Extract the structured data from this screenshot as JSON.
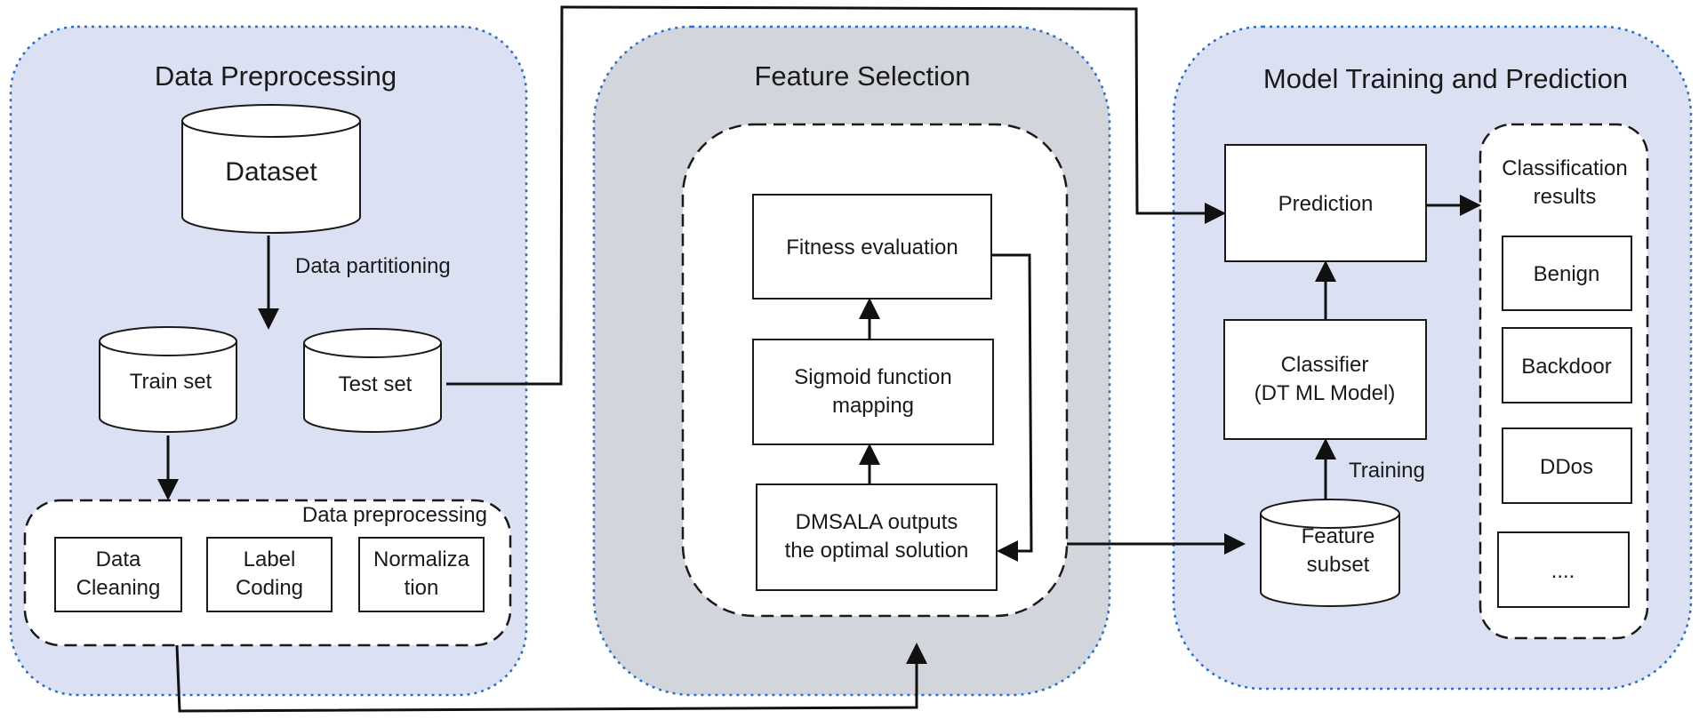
{
  "panels": {
    "preprocessing": {
      "title": "Data Preprocessing",
      "dataset": "Dataset",
      "partition_label": "Data partitioning",
      "train_set": "Train set",
      "test_set": "Test set",
      "group_label": "Data preprocessing",
      "steps": [
        {
          "line1": "Data",
          "line2": "Cleaning"
        },
        {
          "line1": "Label",
          "line2": "Coding"
        },
        {
          "line1": "Normaliza",
          "line2": "tion"
        }
      ]
    },
    "feature_selection": {
      "title": "Feature Selection",
      "fitness": "Fitness evaluation",
      "sigmoid": {
        "line1": "Sigmoid function",
        "line2": "mapping"
      },
      "dmsala": {
        "line1": "DMSALA outputs",
        "line2": "the optimal solution"
      }
    },
    "model": {
      "title": "Model Training and Prediction",
      "prediction": "Prediction",
      "classifier": {
        "line1": "Classifier",
        "line2": "(DT ML Model)"
      },
      "training_label": "Training",
      "feature_subset": {
        "line1": "Feature",
        "line2": "subset"
      },
      "results": {
        "title_line1": "Classification",
        "title_line2": "results",
        "items": [
          "Benign",
          "Backdoor",
          "DDos",
          "...."
        ]
      }
    }
  },
  "colors": {
    "panel_fill": "#dbe0f3",
    "panel_border": "#2a6fc4",
    "feature_panel_fill": "#d2d5dc",
    "line": "#111111"
  }
}
